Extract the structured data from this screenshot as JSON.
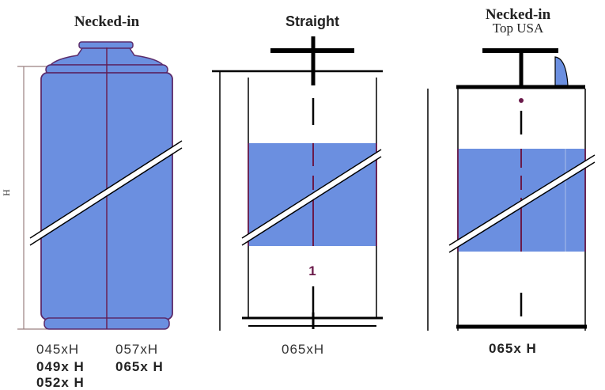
{
  "diagrams": [
    {
      "title": "Necked-in",
      "dimension_label": "H",
      "sizes": [
        "045xH",
        "057xH",
        "049x H",
        "065x H",
        "052x H"
      ]
    },
    {
      "title": "Straight",
      "part_label": "1",
      "sizes": [
        "065xH"
      ]
    },
    {
      "title": "Necked-in",
      "subtitle": "Top USA",
      "sizes": [
        "065x H"
      ]
    }
  ],
  "colors": {
    "can_fill": "#6b8fe0",
    "can_outline": "#5a2a6a",
    "stroke": "#000000",
    "center_line": "#6a1a4a"
  }
}
